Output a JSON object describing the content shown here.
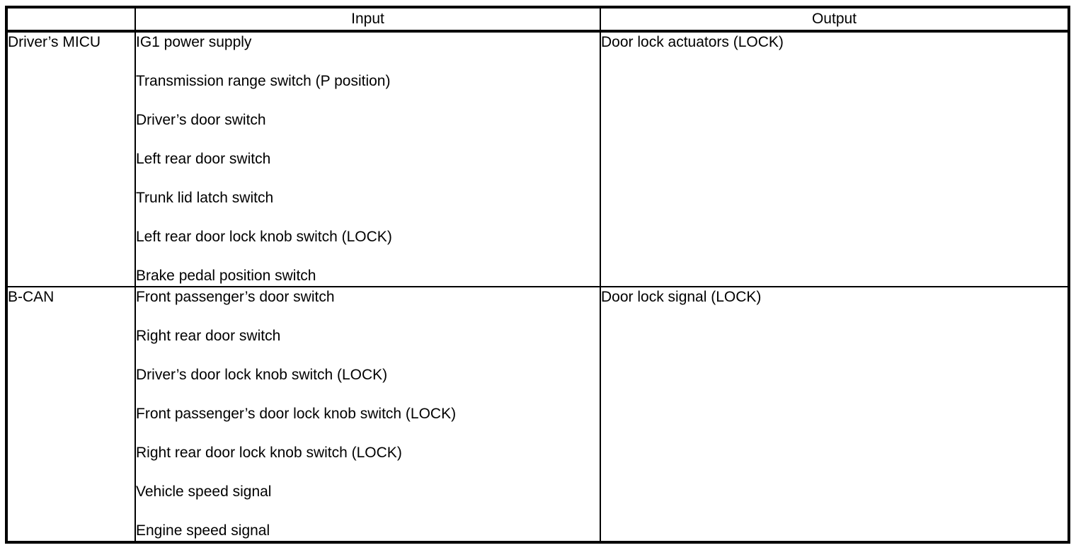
{
  "document": {
    "kind": "signal-io-table",
    "headers": {
      "source": "",
      "input": "Input",
      "output": "Output"
    },
    "rows": [
      {
        "source": "Driver’s MICU",
        "inputs": [
          "IG1 power supply",
          "Transmission range switch (P position)",
          "Driver’s door switch",
          "Left rear door switch",
          "Trunk lid latch switch",
          "Left rear door lock knob switch (LOCK)",
          "Brake pedal position switch"
        ],
        "output": "Door lock actuators (LOCK)"
      },
      {
        "source": "B-CAN",
        "inputs": [
          "Front passenger’s door switch",
          "Right rear door switch",
          "Driver’s door lock knob switch (LOCK)",
          "Front passenger’s door lock knob switch (LOCK)",
          "Right rear door lock knob switch (LOCK)",
          "Vehicle speed signal",
          "Engine speed signal"
        ],
        "output": "Door lock signal (LOCK)"
      }
    ],
    "colors": {
      "border": "#000000",
      "background": "#ffffff",
      "text": "#000000"
    }
  }
}
